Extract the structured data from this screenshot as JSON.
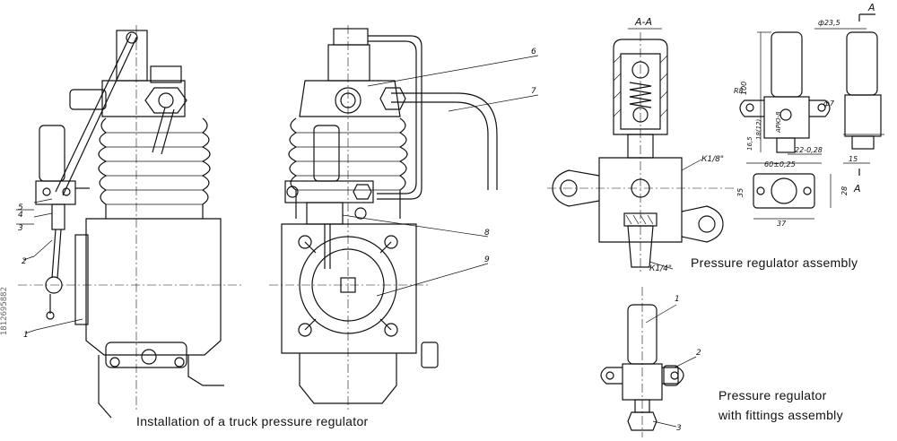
{
  "captions": {
    "installation": "Installation of a truck pressure regulator",
    "assembly": "Pressure regulator assembly",
    "fittings_line1": "Pressure regulator",
    "fittings_line2": "with fittings assembly"
  },
  "section_label": "A-A",
  "section_marker": "A",
  "callouts": {
    "left_view": [
      "5",
      "4",
      "3",
      "2",
      "1"
    ],
    "middle_view": [
      "6",
      "7",
      "8",
      "9"
    ],
    "fittings_view": [
      "1",
      "2",
      "3"
    ]
  },
  "dimensions": {
    "diameter_top": "ф23,5",
    "height_100": "100",
    "radius_r8": "R8",
    "height_18_121": "18(12)",
    "height_16_5": "16,5",
    "thread_top": "К1/8\"",
    "thread_bottom": "К1/4\"",
    "width_60": "60±0,25",
    "width_22": "22-0,28",
    "diameter_7": "ф7",
    "side_15": "15",
    "height_35": "35",
    "width_37": "37",
    "height_28": "28",
    "body_marking": "АРЮ-8"
  },
  "watermark": "1812695882"
}
